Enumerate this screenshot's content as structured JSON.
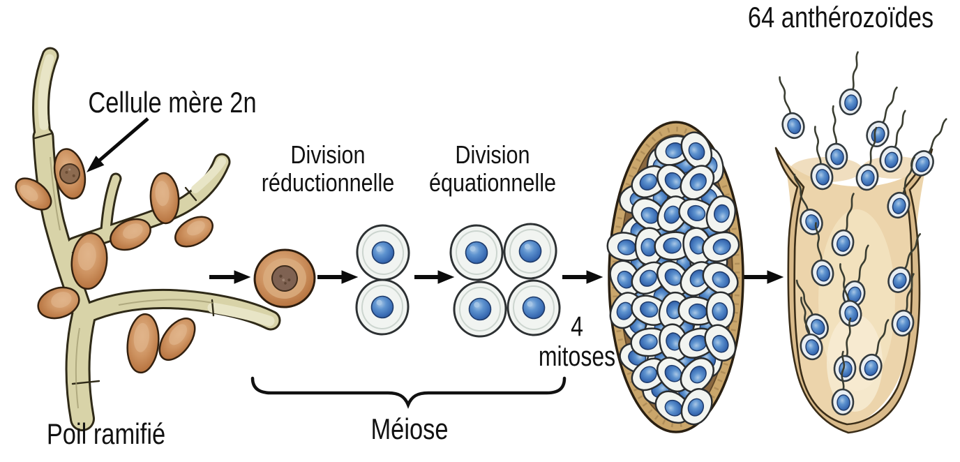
{
  "figure": {
    "top_label": "64 anthérozoïdes",
    "labels": {
      "mother_cell": "Cellule mère 2n",
      "branched_hair": "Poil ramifié",
      "meiosis": "Méiose",
      "division_reductionnelle": {
        "line1": "Division",
        "line2": "réductionnelle"
      },
      "division_equationnelle": {
        "line1": "Division",
        "line2": "équationnelle"
      },
      "mitoses": {
        "line1": "4",
        "line2": "mitoses"
      }
    },
    "colors": {
      "text": "#111111",
      "arrow": "#0b0b0b",
      "hair_stem_beige": "#d8d3a8",
      "hair_cell_brown": "#c9895a",
      "mother_nucleus_brown": "#7f6252",
      "meiosis_cell_white": "#f1f4f1",
      "nucleus_blue": "#4a7fc1",
      "antheridium_wall_tan": "#caa66b",
      "antheridium_gap_brown": "#8a6840",
      "empty_antheridium_tan": "#ecd4ab"
    }
  }
}
